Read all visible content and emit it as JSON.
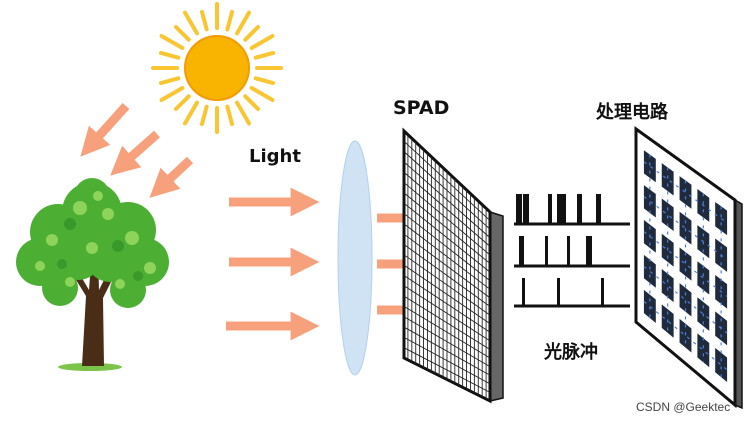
{
  "labels": {
    "light": "Light",
    "spad": "SPAD",
    "processing_circuit": "处理电路",
    "light_pulse": "光脉冲"
  },
  "watermark": "CSDN @Geektec",
  "colors": {
    "sun": "#f8b400",
    "sun_rays": "#f9c531",
    "arrow": "#f7a07c",
    "lens": "#cfe3f5",
    "tree_leaf": "#4caf34",
    "tree_trunk": "#4a2d16",
    "circuit_chip": "#1f2a3d",
    "circuit_trace": "#4f7fd6"
  },
  "icons": [
    "sun-icon",
    "tree-icon",
    "lens-icon",
    "spad-grid-icon",
    "circuit-board-icon",
    "pulse-train-icon"
  ]
}
